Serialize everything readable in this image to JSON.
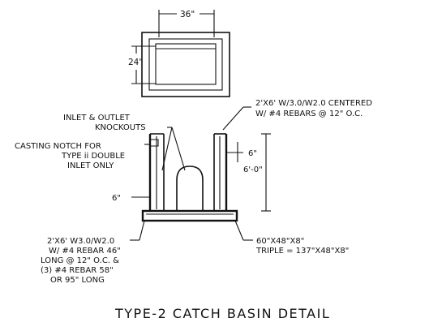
{
  "plan_view": {
    "width_dim": "36\"",
    "depth_dim": "24\""
  },
  "labels": {
    "inlet_outlet": [
      "INLET & OUTLET",
      "KNOCKOUTS"
    ],
    "casting_notch": [
      "CASTING NOTCH FOR",
      "TYPE ii DOUBLE",
      "INLET ONLY"
    ],
    "wall_panel": [
      "2'X6' W/3.0/W2.0 CENTERED",
      "W/ #4 REBARS @ 12\" O.C."
    ],
    "wall_six_inch": "6\"",
    "height": "6'-0\"",
    "side_six_inch": "6\"",
    "base_slab": [
      "2'X6' W3.0/W2.0",
      "W/ #4 REBAR 46\"",
      "LONG @ 12\" O.C. &",
      "(3) #4 REBAR 58\"",
      "OR 95\" LONG"
    ],
    "footing": [
      "60\"X48\"X8\"",
      "TRIPLE = 137\"X48\"X8\""
    ]
  },
  "title": "TYPE-2 CATCH BASIN DETAIL"
}
